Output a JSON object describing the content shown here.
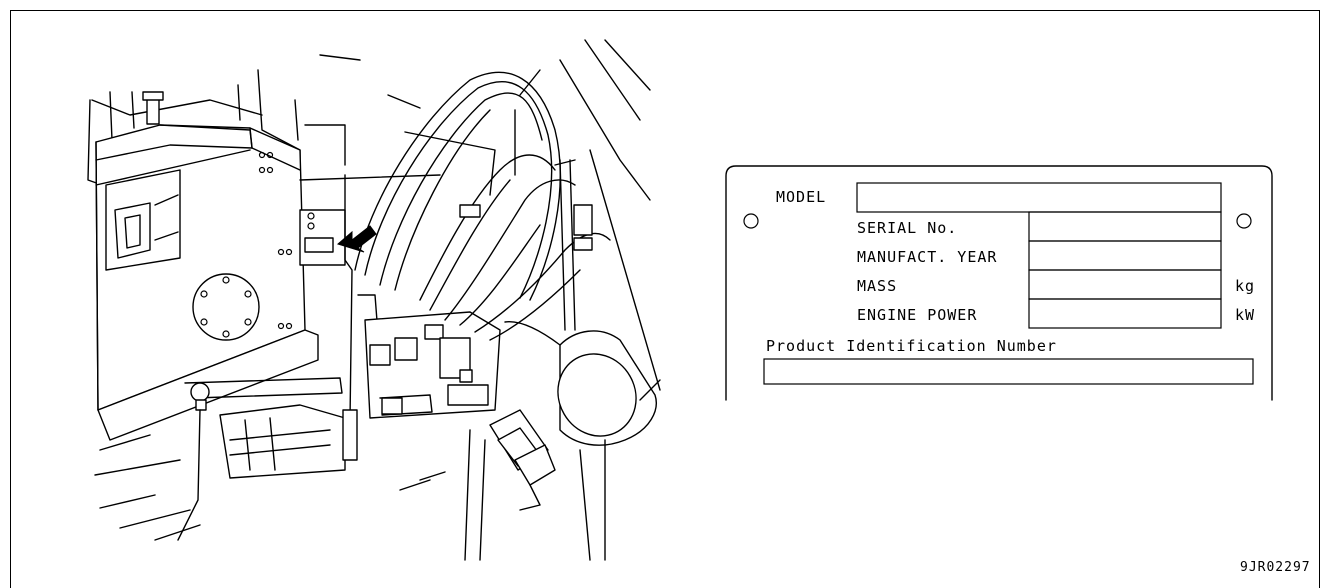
{
  "plate": {
    "model_label": "MODEL",
    "rows": [
      {
        "label": "SERIAL No.",
        "unit": ""
      },
      {
        "label": "MANUFACT. YEAR",
        "unit": ""
      },
      {
        "label": "MASS",
        "unit": "kg"
      },
      {
        "label": "ENGINE POWER",
        "unit": "kW"
      }
    ],
    "pin_label": "Product Identification Number"
  },
  "figure_code": "9JR02297"
}
